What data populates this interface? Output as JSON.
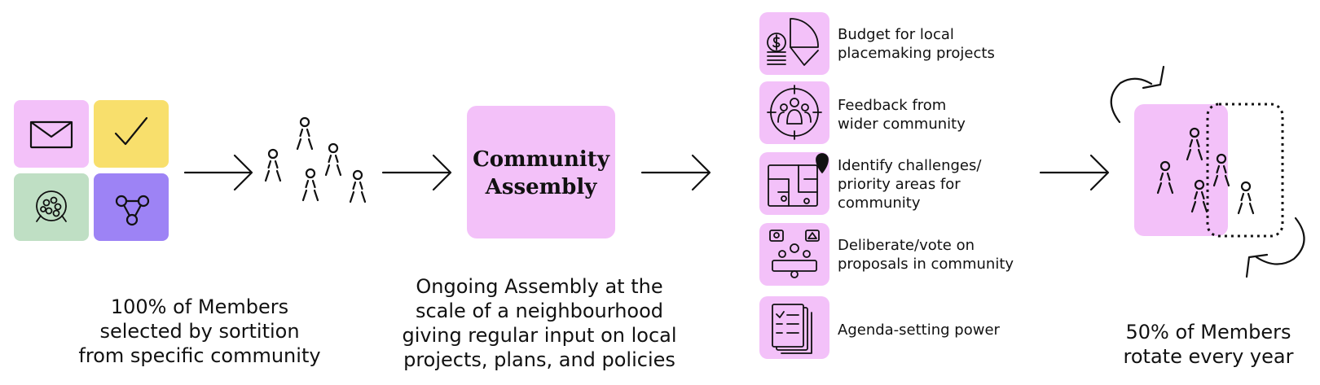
{
  "colors": {
    "pink": "#f3c1f9",
    "yellow": "#f8df6c",
    "green": "#bfdfc4",
    "purple": "#9d83f5",
    "ink": "#111111"
  },
  "icons": {
    "selection_grid": [
      "envelope-icon",
      "checkmark-icon",
      "lottery-ball-icon",
      "network-icon"
    ],
    "activities": [
      "budget-icon",
      "feedback-loop-icon",
      "map-pin-icon",
      "deliberation-icon",
      "agenda-document-icon"
    ]
  },
  "assembly_box": {
    "line1": "Community",
    "line2": "Assembly"
  },
  "captions": {
    "selection": [
      "100% of Members",
      "selected by sortition",
      "from specific community"
    ],
    "assembly": [
      "Ongoing Assembly at the",
      "scale of a neighbourhood",
      "giving regular input on local",
      "projects, plans, and policies"
    ],
    "rotation": [
      "50% of Members",
      "rotate every year"
    ]
  },
  "activities": [
    {
      "lines": [
        "Budget for local",
        "placemaking projects"
      ]
    },
    {
      "lines": [
        "Feedback from",
        "wider community"
      ]
    },
    {
      "lines": [
        "Identify challenges/",
        "priority areas for",
        "community"
      ]
    },
    {
      "lines": [
        "Deliberate/vote on",
        "proposals in community"
      ]
    },
    {
      "lines": [
        "Agenda-setting power"
      ]
    }
  ]
}
